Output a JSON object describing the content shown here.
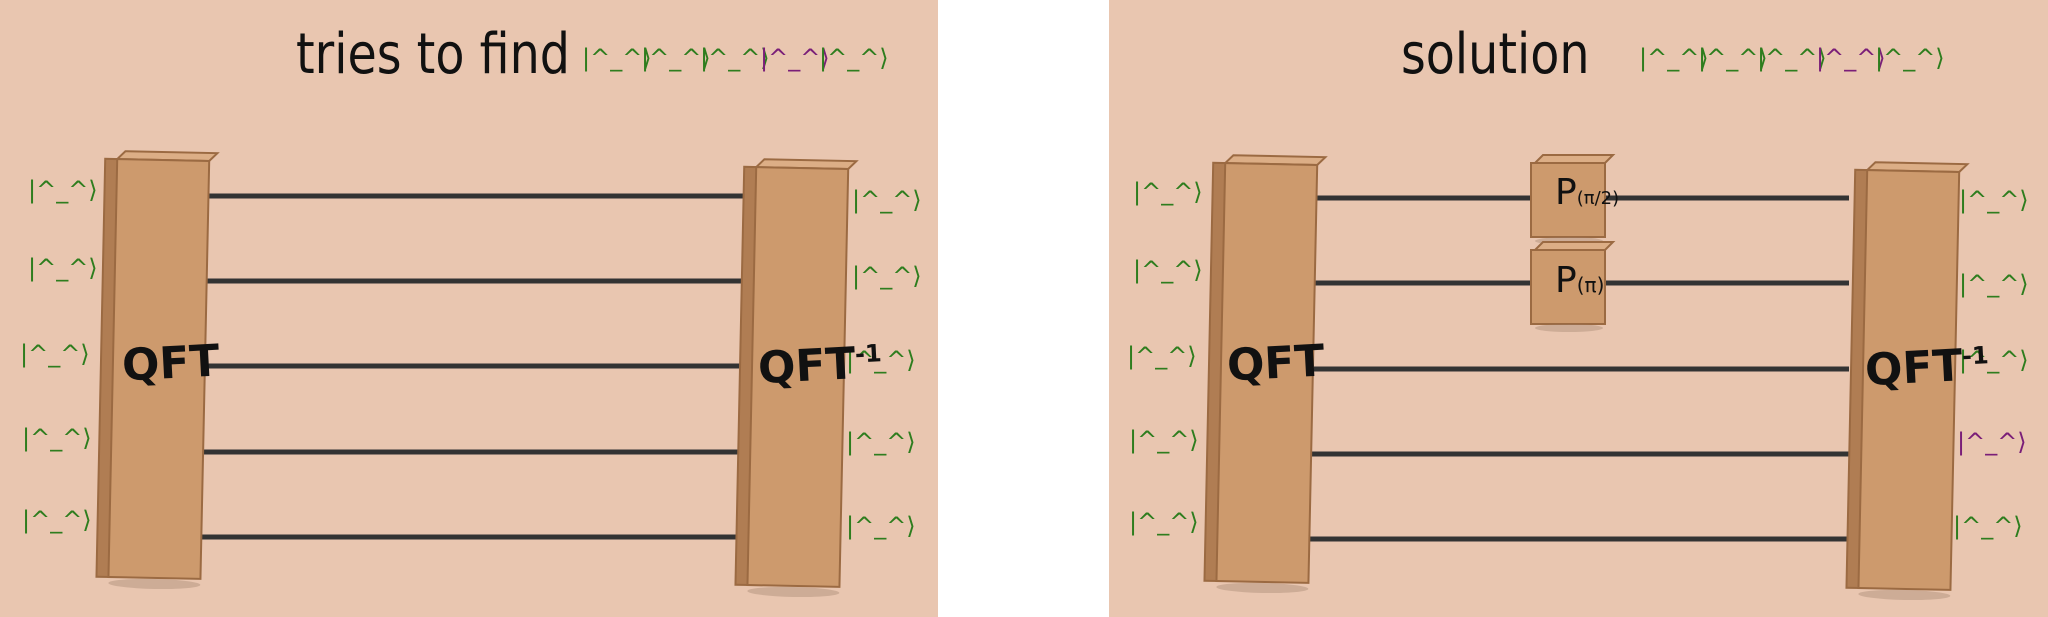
{
  "colors": {
    "background": "#e9c6b0",
    "wire": "#333333",
    "box_front": "#cd9a6d",
    "box_side": "#b07d53",
    "box_top": "#dcae86",
    "box_edge": "#9b6a42",
    "ket_green": "#2e7d1e",
    "ket_purple": "#7a1e78",
    "label_ink": "#111111"
  },
  "ket_glyph": "|^_^⟩",
  "icons": [
    "quantum-circuit-wire",
    "gate-box",
    "cat-face-ket"
  ],
  "left_panel": {
    "title": "tries to find",
    "target_state": [
      "green",
      "green",
      "green",
      "purple",
      "green"
    ],
    "qft_label": "QFT",
    "iqft_label": "QFT",
    "iqft_superscript": "-1",
    "inputs": [
      "green",
      "green",
      "green",
      "green",
      "green"
    ],
    "outputs": [
      "green",
      "green",
      "green",
      "green",
      "green"
    ]
  },
  "right_panel": {
    "title": "solution",
    "target_state": [
      "green",
      "green",
      "green",
      "purple",
      "green"
    ],
    "qft_label": "QFT",
    "iqft_label": "QFT",
    "iqft_superscript": "-1",
    "phase_gates": [
      {
        "label": "P",
        "arg": "π/2",
        "wire": 1
      },
      {
        "label": "P",
        "arg": "π",
        "wire": 2
      }
    ],
    "inputs": [
      "green",
      "green",
      "green",
      "green",
      "green"
    ],
    "outputs": [
      "green",
      "green",
      "green",
      "purple",
      "green"
    ]
  }
}
